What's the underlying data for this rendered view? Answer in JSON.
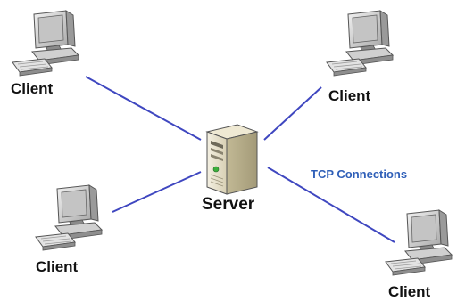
{
  "colors": {
    "connection_line": "#3f47c0",
    "connection_label": "#2f5fb8",
    "label_text": "#111111",
    "monitor_body": "#d6d6d6",
    "screen": "#bfbfbf",
    "server_body": "#e2dcc6"
  },
  "icons": {
    "client": "desktop-computer-icon",
    "server": "server-tower-icon"
  },
  "server": {
    "label": "Server"
  },
  "clients": [
    {
      "label": "Client"
    },
    {
      "label": "Client"
    },
    {
      "label": "Client"
    },
    {
      "label": "Client"
    }
  ],
  "connections": {
    "label": "TCP Connections"
  }
}
